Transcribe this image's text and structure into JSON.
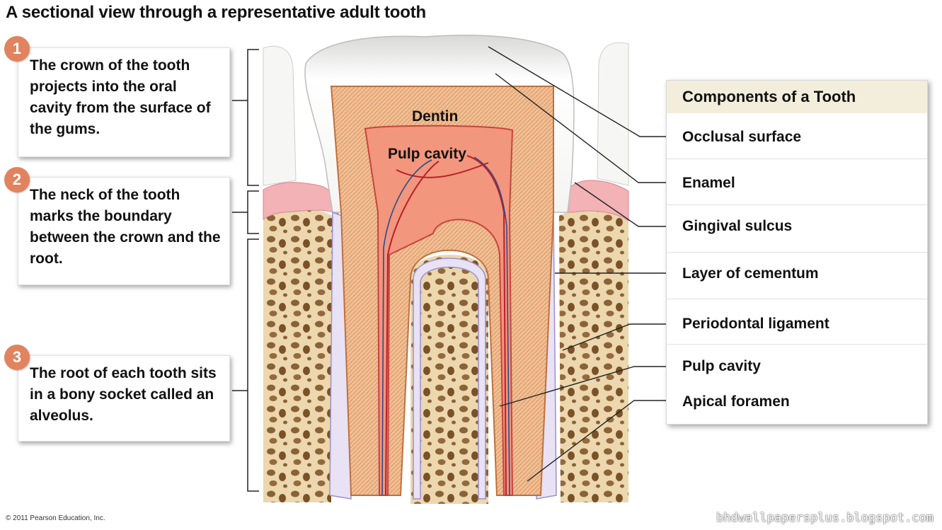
{
  "title": "A sectional view through a representative adult tooth",
  "callouts": [
    {
      "number": "1",
      "parts": [
        "The ",
        "crown",
        " of the tooth projects into the oral cavity from the surface of the gums."
      ]
    },
    {
      "number": "2",
      "parts": [
        "The ",
        "neck",
        " of the tooth marks the boundary between the crown and the root."
      ]
    },
    {
      "number": "3",
      "parts": [
        "The ",
        "root",
        " of each tooth sits in a bony socket called an ",
        "alveolus",
        "."
      ]
    }
  ],
  "diagram_labels": {
    "dentin": "Dentin",
    "pulp_cavity": "Pulp cavity"
  },
  "components": {
    "heading": "Components of a Tooth",
    "items": [
      "Occlusal surface",
      "Enamel",
      "Gingival sulcus",
      "Layer of cementum",
      "Periodontal ligament",
      "Pulp cavity",
      "Apical foramen"
    ]
  },
  "copyright": "© 2011 Pearson Education, Inc.",
  "watermark": "bhdwallpapersplus.blogspot.com",
  "colors": {
    "badge": "#e1835e",
    "panel_header": "#f3eedc",
    "bone": "#e9cf9f",
    "dentin": "#efb489",
    "pulp": "#f2967d",
    "gum": "#f2b2b6",
    "enamel": "#f5f5f3"
  }
}
